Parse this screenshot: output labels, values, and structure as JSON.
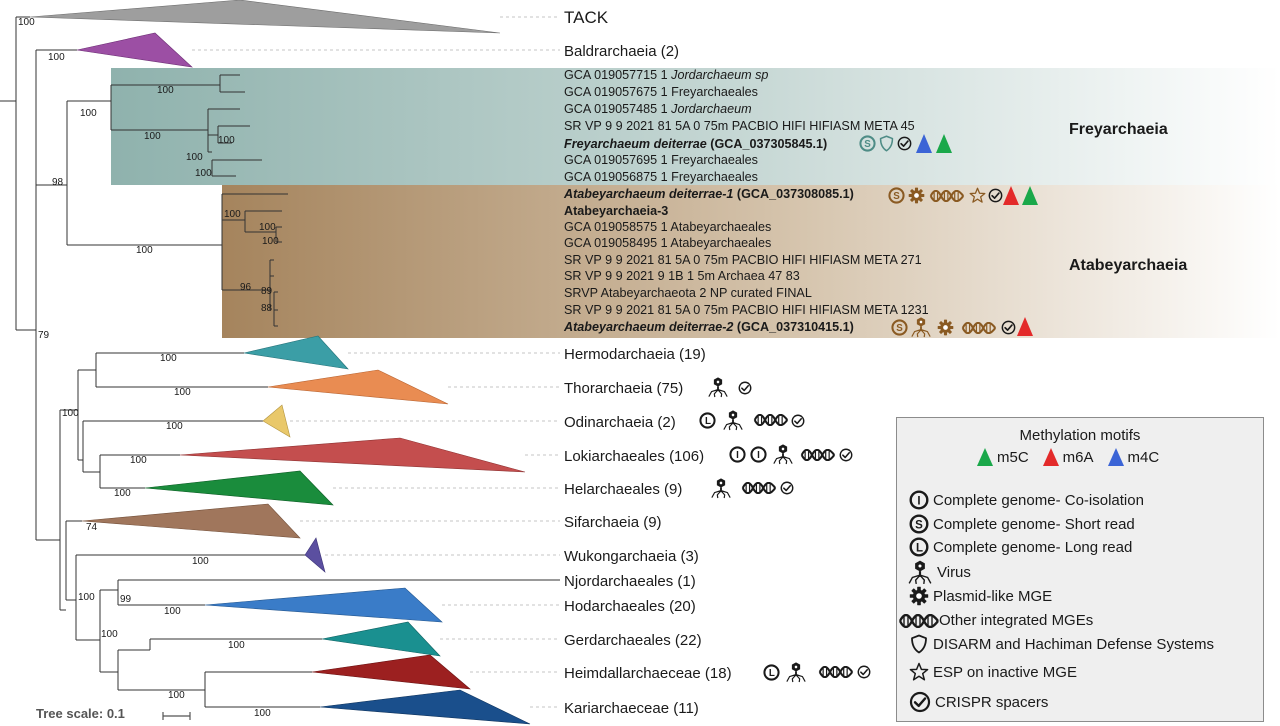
{
  "colors": {
    "freyarchaeia_bg": "#8fb2ad",
    "atabeyarchaeia_bg": "#a5845d",
    "m5c": "#1aa84a",
    "m6a": "#e32a2a",
    "m4c": "#3b64d6",
    "mge_brown": "#8a5a22"
  },
  "clades": [
    {
      "label": "TACK",
      "color": "#9e9e9e"
    },
    {
      "label": "Baldrarchaeia (2)",
      "color": "#9c4fa4"
    },
    {
      "label": "Hermodarchaeia (19)",
      "color": "#3b9ea6"
    },
    {
      "label": "Thorarchaeia (75)",
      "color": "#e98c52"
    },
    {
      "label": "Odinarchaeia (2)",
      "color": "#e9c86a"
    },
    {
      "label": "Lokiarchaeales (106)",
      "color": "#c44e4e"
    },
    {
      "label": "Helarchaeales (9)",
      "color": "#1a8c3c"
    },
    {
      "label": "Sifarchaeia (9)",
      "color": "#a0765c"
    },
    {
      "label": "Wukongarchaeia (3)",
      "color": "#5b4fa0"
    },
    {
      "label": "Njordarchaeales (1)",
      "color": "#333333"
    },
    {
      "label": "Hodarchaeales (20)",
      "color": "#3a7cc8"
    },
    {
      "label": "Gerdarchaeales (22)",
      "color": "#1a9090"
    },
    {
      "label": "Heimdallarchaeceae (18)",
      "color": "#9c2020"
    },
    {
      "label": "Kariarchaeceae (11)",
      "color": "#1a4f8c"
    }
  ],
  "freyarchaeia": {
    "group": "Freyarchaeia",
    "leaves": [
      {
        "plain": "GCA 019057715 1 ",
        "italic": "Jordarchaeum sp"
      },
      {
        "plain": "GCA 019057675 1 Freyarchaeales"
      },
      {
        "plain": "GCA 019057485 1 ",
        "italic": "Jordarchaeum"
      },
      {
        "plain": "SR VP 9 9 2021 81 5A 0 75m PACBIO HIFI HIFIASM META 45"
      },
      {
        "bold_italic": "Freyarchaeum deiterrae",
        "bold": " (GCA_037305845.1)"
      },
      {
        "plain": "GCA 019057695 1   Freyarchaeales"
      },
      {
        "plain": "GCA 019056875 1 Freyarchaeales"
      }
    ]
  },
  "atabeyarchaeia": {
    "group": "Atabeyarchaeia",
    "leaves": [
      {
        "bold_italic": "Atabeyarchaeum deiterrae-1",
        "bold": " (GCA_037308085.1)"
      },
      {
        "bold": "Atabeyarchaeia-3"
      },
      {
        "plain": "GCA 019058575 1 Atabeyarchaeales"
      },
      {
        "plain": "GCA 019058495 1 Atabeyarchaeales"
      },
      {
        "plain": "SR VP 9 9 2021 81 5A 0 75m PACBIO HIFI HIFIASM META 271"
      },
      {
        "plain": "SR VP 9 9 2021 9 1B 1 5m Archaea 47 83"
      },
      {
        "plain": "SRVP Atabeyarchaeota 2 NP curated FINAL"
      },
      {
        "plain": "SR VP 9 9 2021 81 5A 0 75m PACBIO HIFI HIFIASM META 1231"
      },
      {
        "bold_italic": "Atabeyarchaeum deiterrae-2",
        "bold": " (GCA_037310415.1)"
      }
    ]
  },
  "bootstrap": [
    "100",
    "100",
    "100",
    "100",
    "100",
    "100",
    "98",
    "100",
    "100",
    "100",
    "100",
    "89",
    "88",
    "79",
    "100",
    "100",
    "96",
    "100",
    "100",
    "100",
    "100",
    "100",
    "100",
    "74",
    "100",
    "99",
    "100",
    "100",
    "100"
  ],
  "legend": {
    "title": "Methylation motifs",
    "motifs": [
      "m5C",
      "m6A",
      "m4C"
    ],
    "items": [
      {
        "icon": "complete-coisolation-icon",
        "glyph": "I",
        "label": "Complete genome- Co-isolation"
      },
      {
        "icon": "complete-shortread-icon",
        "glyph": "S",
        "label": "Complete genome- Short read"
      },
      {
        "icon": "complete-longread-icon",
        "glyph": "L",
        "label": "Complete genome- Long read"
      },
      {
        "icon": "virus-icon",
        "label": "Virus"
      },
      {
        "icon": "plasmid-gear-icon",
        "label": "Plasmid-like MGE"
      },
      {
        "icon": "dna-helix-icon",
        "label": "Other integrated MGEs"
      },
      {
        "icon": "shield-icon",
        "label": "DISARM and Hachiman Defense Systems"
      },
      {
        "icon": "star-icon",
        "label": "ESP on inactive MGE"
      },
      {
        "icon": "crispr-check-icon",
        "label": "CRISPR spacers"
      }
    ]
  },
  "scale": {
    "label": "Tree scale: 0.1"
  }
}
